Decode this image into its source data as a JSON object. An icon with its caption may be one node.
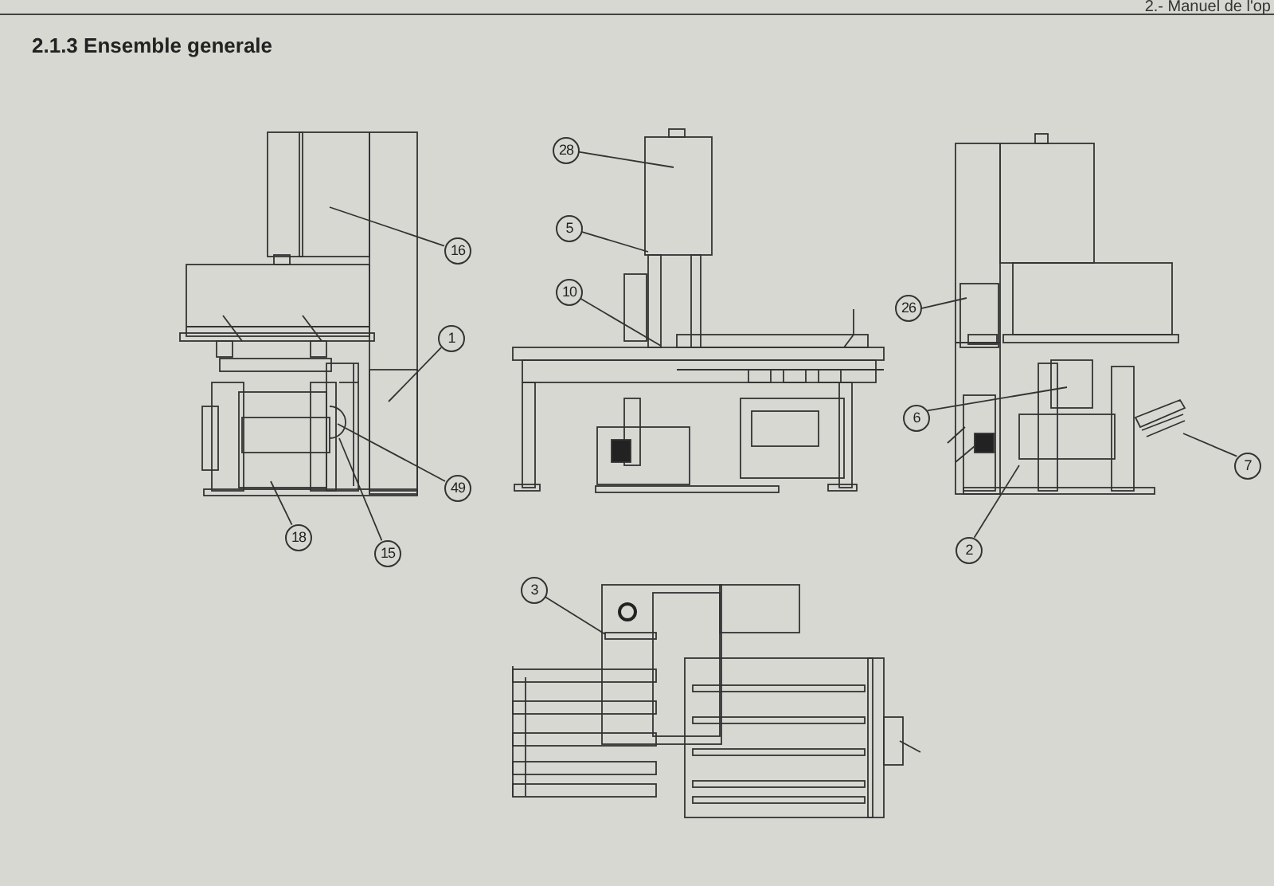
{
  "diagram": {
    "title": "2.1.3 Ensemble generale",
    "nodes": [
      {
        "text": [
          "16"
        ]
      },
      {
        "text": [
          "1"
        ]
      },
      {
        "text": [
          "49"
        ]
      },
      {
        "text": [
          "15"
        ]
      },
      {
        "text": [
          "18"
        ]
      },
      {
        "text": [
          "28"
        ]
      },
      {
        "text": [
          "5"
        ]
      },
      {
        "text": [
          "10"
        ]
      },
      {
        "text": [
          "26"
        ]
      },
      {
        "text": [
          "6"
        ]
      },
      {
        "text": [
          "7"
        ]
      },
      {
        "text": [
          "2"
        ]
      },
      {
        "text": [
          "3"
        ]
      },
      {
        "text": [],
        "shape": "picture"
      }
    ],
    "edges": [
      {
        "from": 0,
        "to": null,
        "arrow": "none"
      },
      {
        "from": 1,
        "to": null,
        "arrow": "none"
      },
      {
        "from": 2,
        "to": null,
        "arrow": "none"
      },
      {
        "from": 3,
        "to": null,
        "arrow": "none"
      },
      {
        "from": 4,
        "to": null,
        "arrow": "none"
      },
      {
        "from": 5,
        "to": null,
        "arrow": "none"
      },
      {
        "from": 6,
        "to": null,
        "arrow": "none"
      },
      {
        "from": 7,
        "to": null,
        "arrow": "none"
      },
      {
        "from": 8,
        "to": 13,
        "arrow": "none"
      },
      {
        "from": 9,
        "to": 13,
        "arrow": "none"
      },
      {
        "from": 10,
        "to": 13,
        "arrow": "none"
      },
      {
        "from": 11,
        "to": 13,
        "arrow": "none"
      },
      {
        "from": 12,
        "to": null,
        "arrow": "none"
      }
    ],
    "labels": [
      "2.- Manuel de l'op"
    ]
  }
}
